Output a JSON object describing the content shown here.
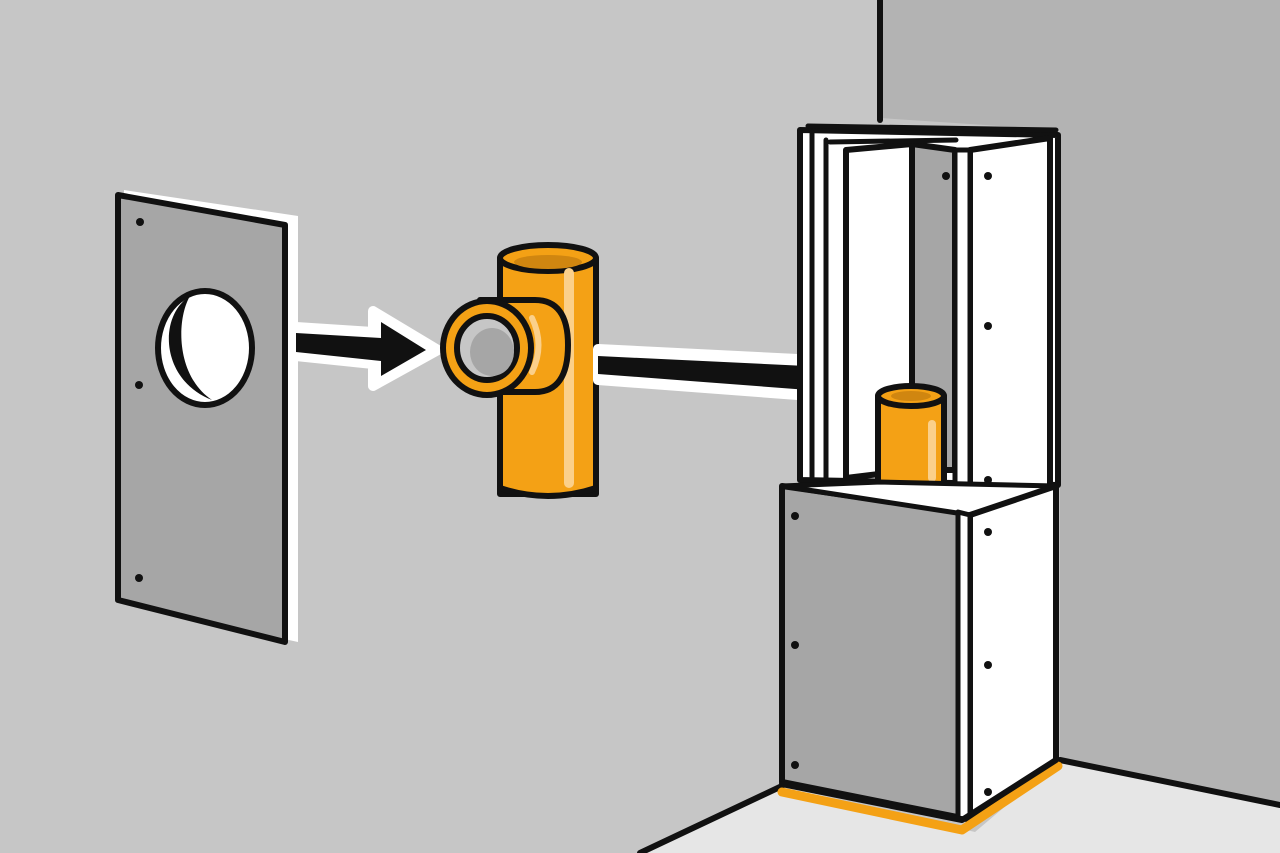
{
  "diagram": {
    "steps": [
      {
        "id": "cover-plate",
        "label": ""
      },
      {
        "id": "t-pipe-fitting",
        "label": ""
      },
      {
        "id": "chimney-enclosure",
        "label": ""
      }
    ],
    "colors": {
      "wall": "#c6c6c6",
      "wall_right": "#b3b3b3",
      "floor": "#e6e6e6",
      "panel_gray": "#a6a6a6",
      "panel_white": "#ffffff",
      "pipe_orange": "#f4a115",
      "pipe_highlight": "#fbd08a",
      "outline": "#111111"
    },
    "icons": [
      "arrow-right-icon",
      "arrow-right-icon"
    ]
  }
}
